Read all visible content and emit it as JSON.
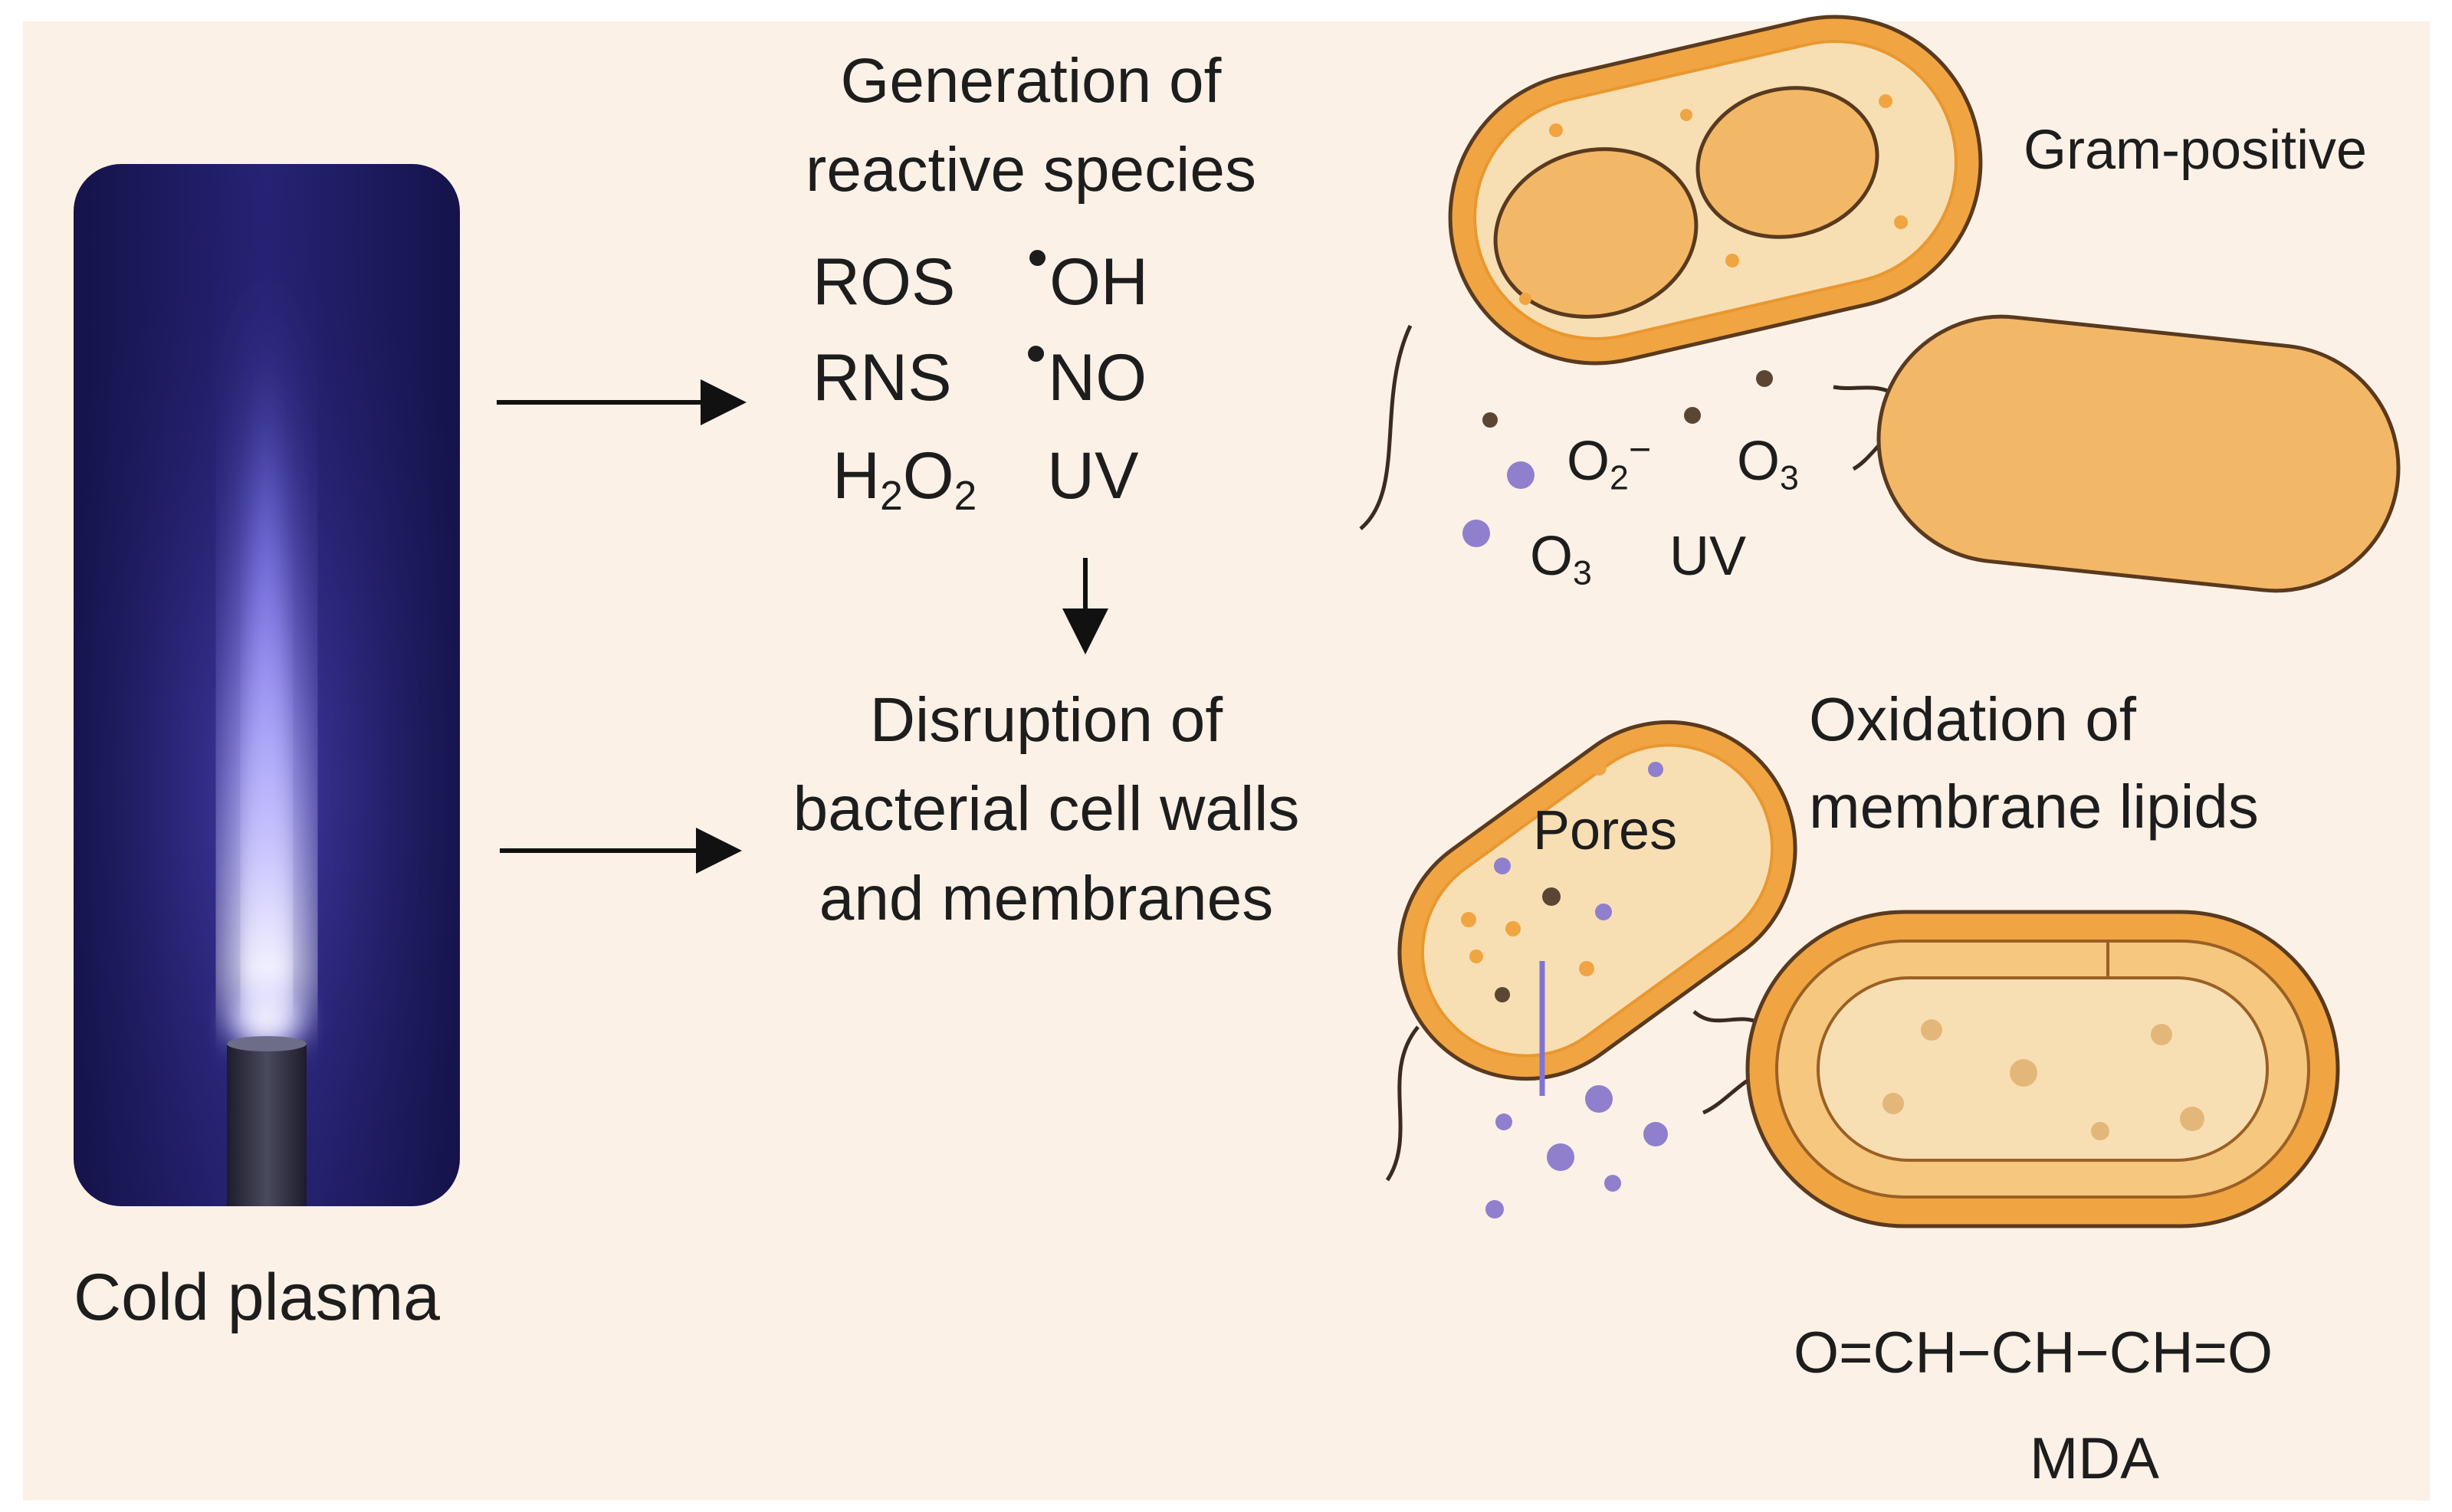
{
  "labels": {
    "plasma": "Cold plasma",
    "generation_heading": [
      "Generation of",
      "reactive species"
    ],
    "disruption_heading": [
      "Disruption of",
      "bacterial cell walls",
      "and membranes"
    ],
    "oxidation_heading": [
      "Oxidation of",
      "membrane lipids"
    ],
    "gram_positive": "Gram-positive",
    "pores": "Pores",
    "mda_formula": "O=CH−CH−CH=O",
    "mda": "MDA"
  },
  "species": {
    "ros": "ROS",
    "oh_radical": "OH",
    "rns": "RNS",
    "no_radical": "NO",
    "h2o2": {
      "main": "H",
      "sub1": "2",
      "mid": "O",
      "sub2": "2"
    },
    "uv": "UV"
  },
  "cell_species": {
    "superoxide": {
      "main": "O",
      "sub": "2",
      "sup": "−"
    },
    "ozone_a": {
      "main": "O",
      "sub": "3"
    },
    "ozone_b": {
      "main": "O",
      "sub": "3"
    },
    "uv": "UV"
  },
  "colors": {
    "background": "#fbf1e6",
    "cell_outline": "#e9972f",
    "cell_fill": "#f7d9a8",
    "cell_dark_fill": "#f3b867",
    "particle_purple": "#8f7fcc",
    "particle_brown": "#5a4632",
    "plasma_glow": "#8a80ff"
  }
}
